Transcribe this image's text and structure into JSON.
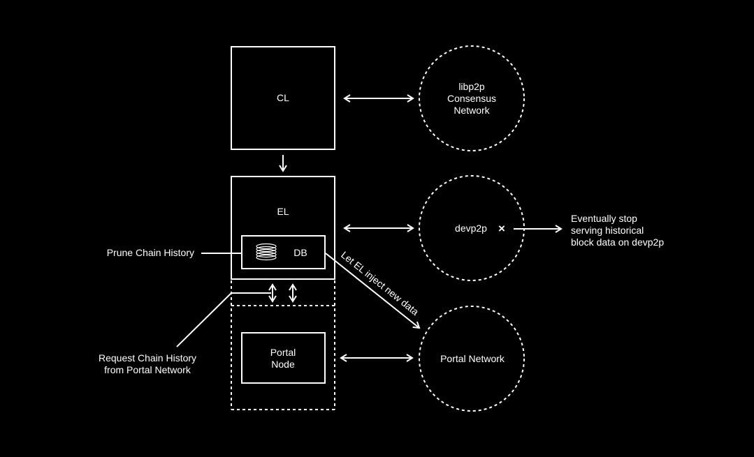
{
  "colors": {
    "background": "#000000",
    "foreground": "#ffffff"
  },
  "boxes": {
    "cl": {
      "label": "CL"
    },
    "el": {
      "label": "EL"
    },
    "db": {
      "label": "DB",
      "icon": "database-icon"
    },
    "portal_node": {
      "label_lines": [
        "Portal",
        "Node"
      ]
    }
  },
  "networks": {
    "libp2p": {
      "label_lines": [
        "libp2p",
        "Consensus",
        "Network"
      ]
    },
    "devp2p": {
      "label": "devp2p",
      "mark": "×"
    },
    "portal": {
      "label": "Portal Network"
    }
  },
  "annotations": {
    "prune": "Prune Chain History",
    "request": [
      "Request Chain History",
      "from Portal Network"
    ],
    "inject": "Let EL inject new data",
    "stop": [
      "Eventually stop",
      "serving historical",
      "block data on devp2p"
    ]
  }
}
